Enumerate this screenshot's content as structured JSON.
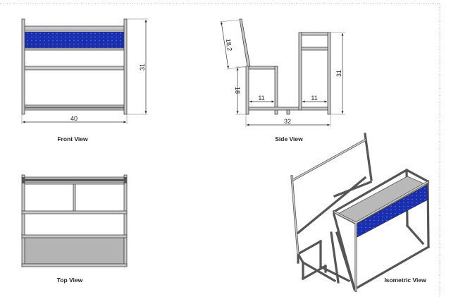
{
  "views": {
    "front": {
      "title": "Front View",
      "width_dim": "40",
      "height_dim": "31"
    },
    "side": {
      "title": "Side View",
      "backrest_dim": "18,2",
      "seat_height_dim": "18",
      "desk_height_dim": "31",
      "seat_depth_dim": "11",
      "desk_depth_dim": "11",
      "total_depth_dim": "32"
    },
    "top": {
      "title": "Top View"
    },
    "isometric": {
      "title": "Isometric View"
    }
  },
  "colors": {
    "panel": "#1a2fb0",
    "frame": "#c8c8c8",
    "shelf": "#b4b4b4"
  }
}
